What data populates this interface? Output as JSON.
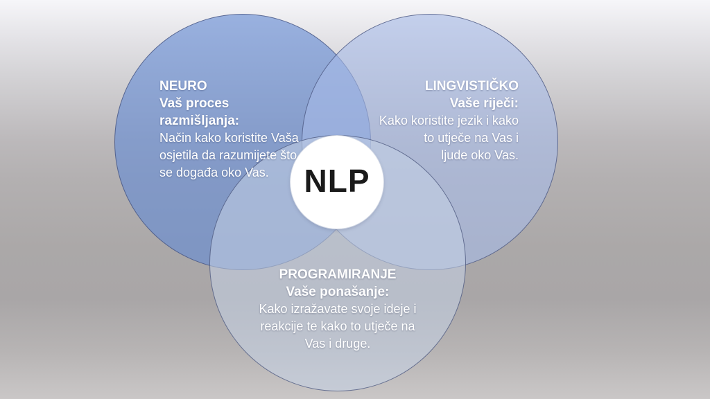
{
  "slide": {
    "center_label": "NLP",
    "text_color": "#ffffff",
    "center_text_color": "#1a1a1a",
    "outline_color": "#3e4a74",
    "background_top": "#f6f6f9",
    "background_middle": "#a9a6a7",
    "background_bottom": "#cac7c7",
    "circles": [
      {
        "id": "neuro",
        "heading": "NEURO",
        "subheading": "Vaš proces razmišljanja:",
        "body": "Način kako koristite Vaša\nosjetila da razumijete što\nse događa oko Vas.",
        "fill": "rgba(100, 138, 212, 0.62)",
        "fill_hex": "#92aad8"
      },
      {
        "id": "lingvisticko",
        "heading": "LINGVISTIČKO",
        "subheading": "Vaše riječi:",
        "body": "Kako koristite jezik i kako\nto utječe na Vas i\nljude oko Vas.",
        "fill": "rgba(166, 187, 231, 0.60)",
        "fill_hex": "#b7c3e0"
      },
      {
        "id": "programiranje",
        "heading": "PROGRAMIRANJE",
        "subheading": "Vaše ponašanje:",
        "body": "Kako izražavate svoje ideje i\nreakcije te kako to utječe na\nVas i druge.",
        "fill": "rgba(197, 209, 229, 0.55)",
        "fill_hex": "#c3cbdb"
      }
    ]
  }
}
